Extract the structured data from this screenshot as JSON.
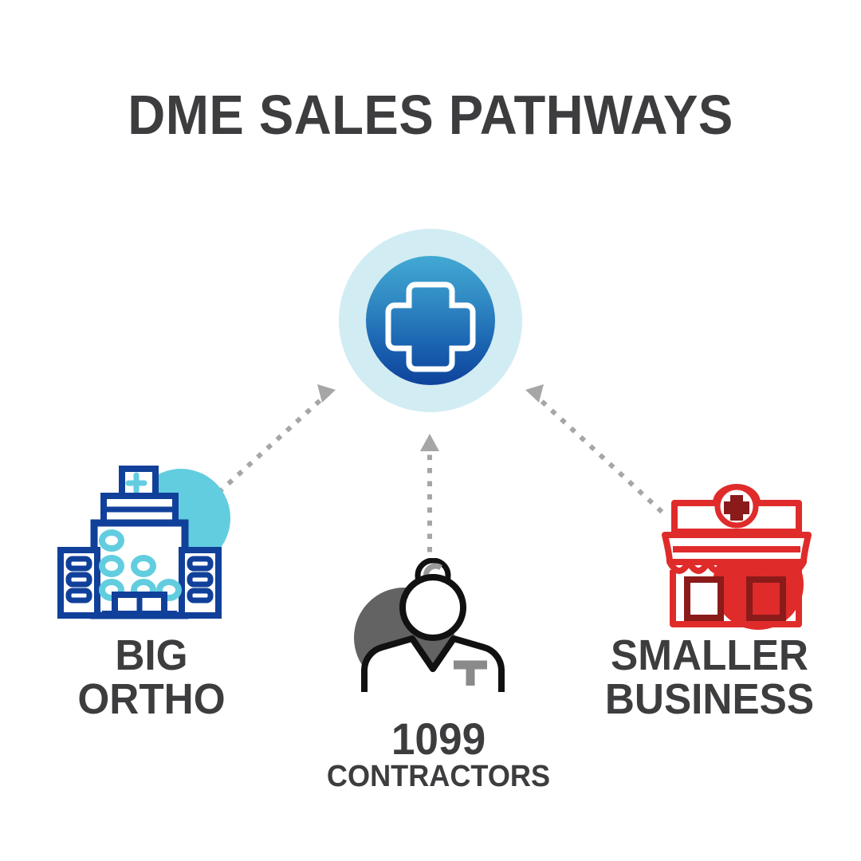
{
  "page": {
    "title": "DME SALES PATHWAYS",
    "background_color": "#ffffff"
  },
  "colors": {
    "title_text": "#3d3d3f",
    "hub_halo": "#d2ecf3",
    "hub_gradient_top": "#42a9d3",
    "hub_gradient_bottom": "#0e429c",
    "hub_cross_stroke": "#ffffff",
    "left_outline_blue": "#10409a",
    "left_accent_cyan": "#63cde0",
    "center_outline_black": "#111111",
    "center_accent_gray": "#636363",
    "right_outline_red": "#e02b2b",
    "right_accent_dark_red": "#8b1a1a",
    "connector_gray": "#a6a6a6"
  },
  "hub": {
    "icon": "medical-cross-icon",
    "label": ""
  },
  "nodes": [
    {
      "id": "big-ortho",
      "icon": "hospital-building-icon",
      "label_lines": [
        "BIG",
        "ORTHO"
      ],
      "accent_color": "#63cde0",
      "outline_color": "#10409a"
    },
    {
      "id": "contractors",
      "icon": "healthcare-worker-icon",
      "label_lines": [
        "1099",
        "CONTRACTORS"
      ],
      "accent_color": "#636363",
      "outline_color": "#111111"
    },
    {
      "id": "smaller-business",
      "icon": "pharmacy-storefront-icon",
      "label_lines": [
        "SMALLER",
        "BUSINESS"
      ],
      "accent_color": "#e02b2b",
      "outline_color": "#e02b2b"
    }
  ],
  "connectors": [
    {
      "id": "left-to-hub",
      "from": "big-ortho",
      "to": "hub",
      "style": "dotted",
      "arrow": "triangle"
    },
    {
      "id": "center-to-hub",
      "from": "contractors",
      "to": "hub",
      "style": "dotted",
      "arrow": "triangle"
    },
    {
      "id": "right-to-hub",
      "from": "smaller-business",
      "to": "hub",
      "style": "dotted",
      "arrow": "triangle"
    }
  ]
}
